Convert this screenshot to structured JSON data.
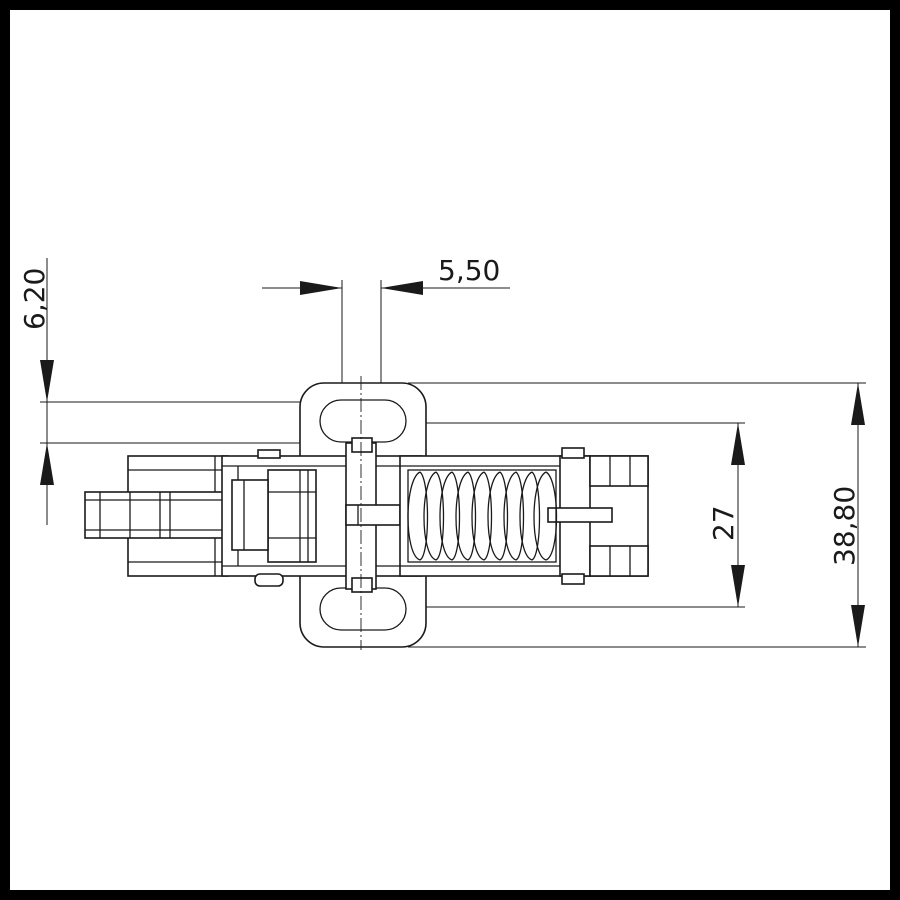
{
  "drawing": {
    "dimensions": {
      "top_width": "5,50",
      "left_height": "6,20",
      "slot_spacing": "27",
      "overall_height": "38,80"
    }
  },
  "colors": {
    "line": "#1a1a1a",
    "frame": "#000000",
    "background": "#ffffff"
  }
}
